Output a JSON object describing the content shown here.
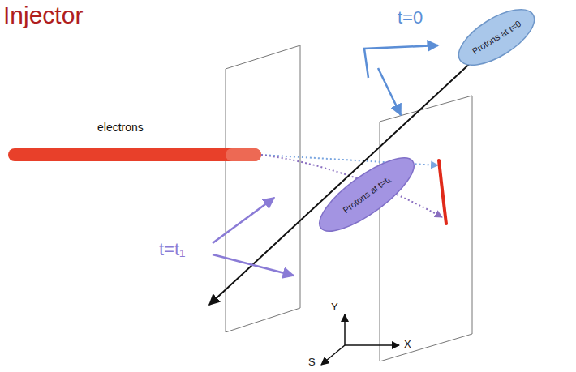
{
  "diagram": {
    "title": "Injector",
    "nodes": [
      {
        "text": [
          "Protons at t=0"
        ]
      },
      {
        "text": [
          "Protons at t=t₁"
        ]
      }
    ],
    "labels": [
      "electrons",
      "t=0",
      "t=t₁",
      "Y",
      "X",
      "S"
    ]
  }
}
